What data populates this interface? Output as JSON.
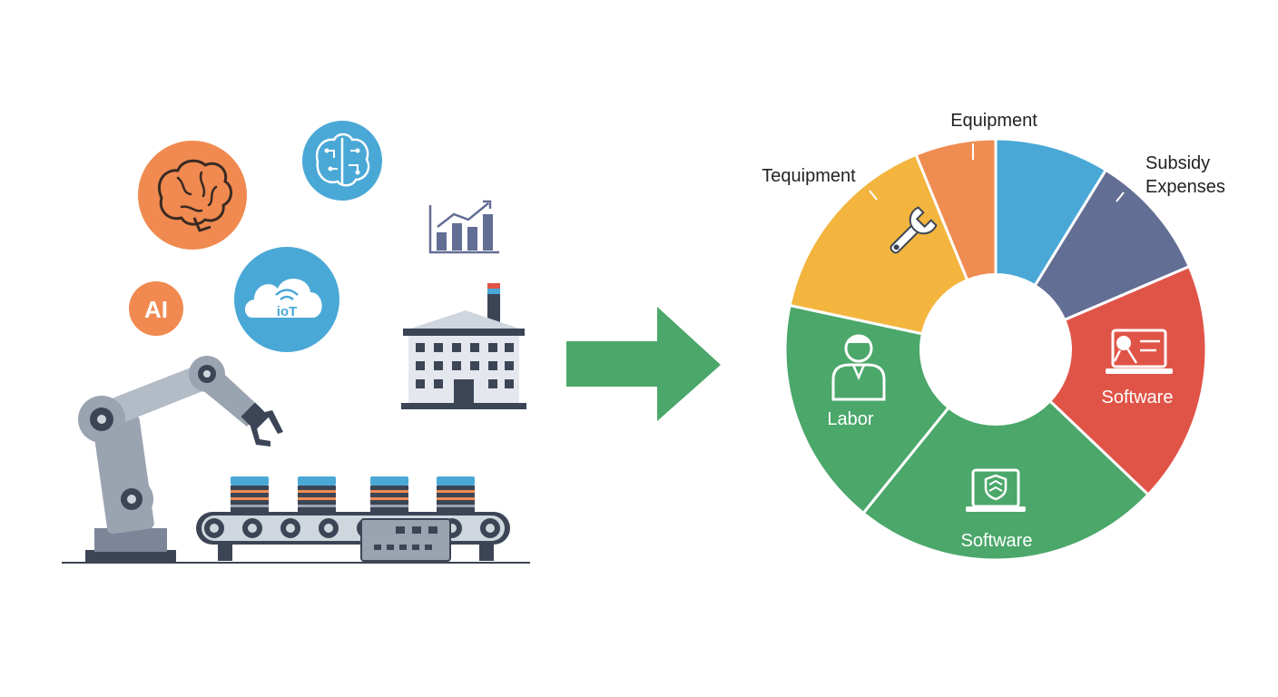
{
  "left_panel": {
    "ai_badge": "AI",
    "iot_badge": "ioT"
  },
  "chart_data": {
    "type": "pie",
    "slices": [
      {
        "label": "",
        "value": 8.5,
        "color": "#4aa8d6"
      },
      {
        "label": "Subsidy Expenses",
        "value": 9.5,
        "color": "#636e95"
      },
      {
        "label": "Software",
        "value": 18,
        "color": "#e05448"
      },
      {
        "label": "Software",
        "value": 23,
        "color": "#4ba76a"
      },
      {
        "label": "Labor",
        "value": 17,
        "color": "#4ba76a"
      },
      {
        "label": "Tequipment",
        "value": 15,
        "color": "#f3b53d"
      },
      {
        "label": "Equipment",
        "value": 6,
        "color": "#ef8c52"
      }
    ]
  },
  "labels": {
    "equipment": "Equipment",
    "tequipment": "Tequipment",
    "subsidy_line1": "Subsidy",
    "subsidy_line2": "Expenses",
    "software_right": "Software",
    "software_bottom": "Software",
    "labor": "Labor"
  },
  "colors": {
    "orange": "#f08a50",
    "blue": "#4aa8d6",
    "green": "#4ba76a",
    "slate": "#636e95",
    "red": "#e05448",
    "yellow": "#f3b53d",
    "steel": "#9aa3b0",
    "dark": "#3c4556"
  },
  "icons": [
    "brain-icon",
    "brain-circuit-icon",
    "ai-badge-icon",
    "iot-cloud-icon",
    "growth-chart-icon",
    "factory-icon",
    "robot-arm-icon",
    "conveyor-icon",
    "arrow-right-icon",
    "wrench-icon",
    "worker-icon",
    "laptop-icon",
    "software-monitor-icon"
  ]
}
